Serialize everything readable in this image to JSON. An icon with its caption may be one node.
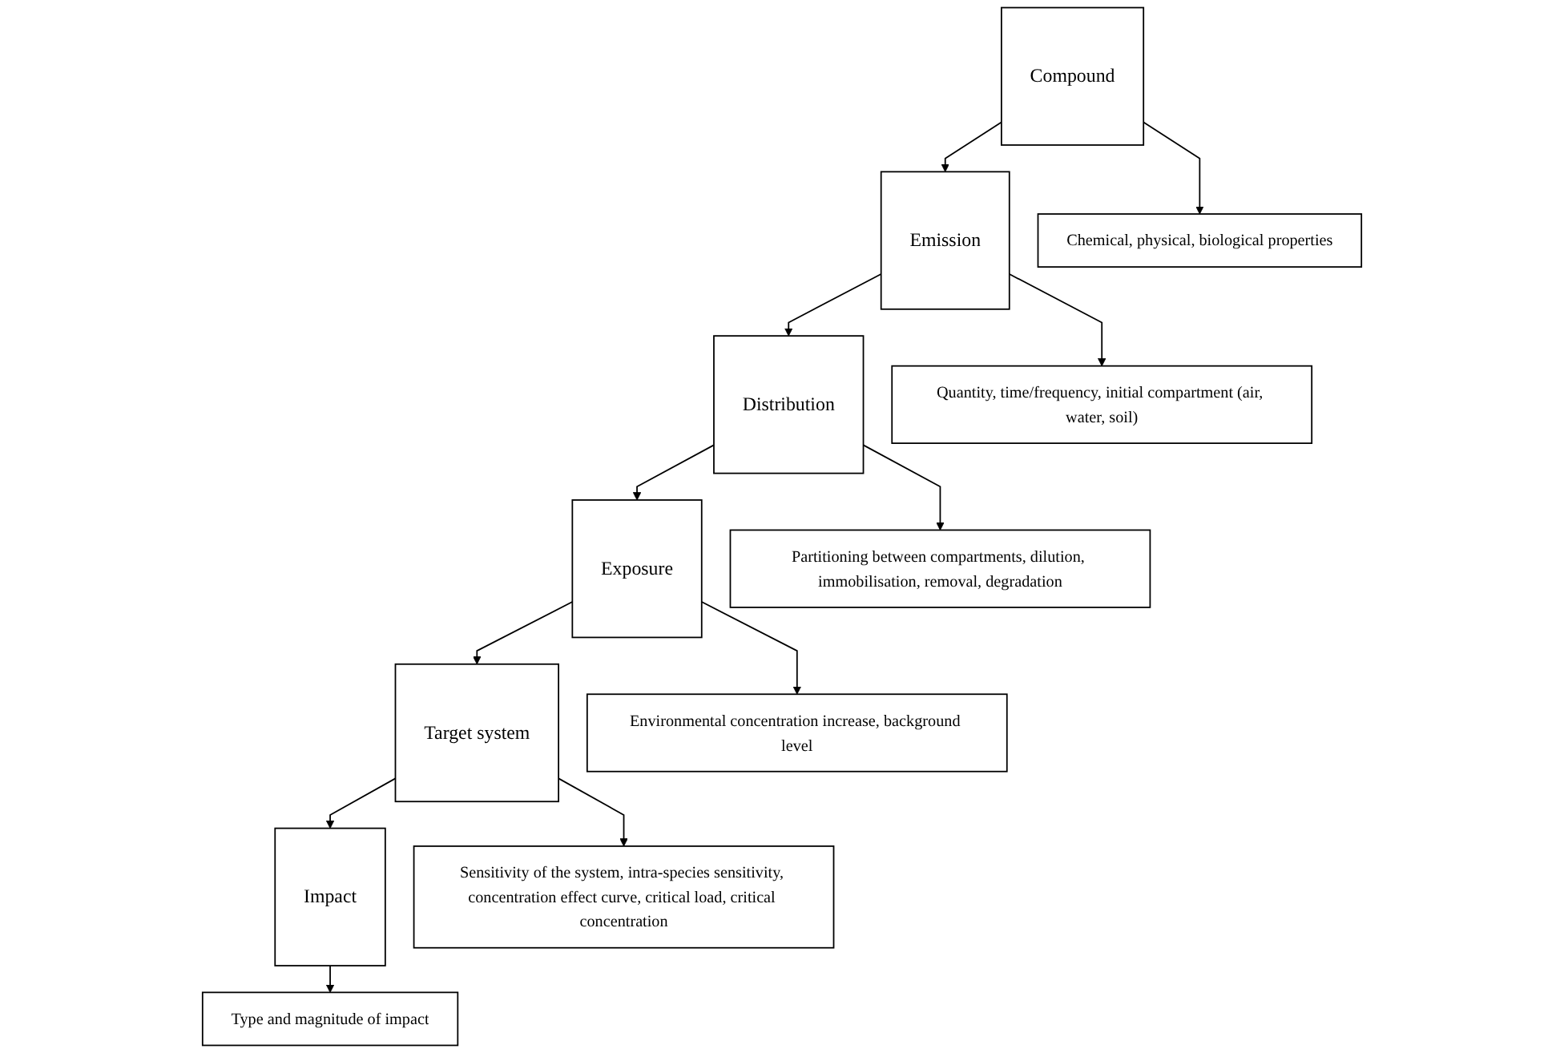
{
  "diagram": {
    "nodes": [
      {
        "text": [
          "Compound"
        ]
      },
      {
        "text": [
          "Chemical, physical, biological properties"
        ]
      },
      {
        "text": [
          "Emission"
        ]
      },
      {
        "text": [
          "Quantity, time/frequency, initial compartment (air, water, soil)"
        ]
      },
      {
        "text": [
          "Distribution"
        ]
      },
      {
        "text": [
          "Partitioning between compartments, dilution, immobilisation, removal, degradation"
        ]
      },
      {
        "text": [
          "Exposure"
        ]
      },
      {
        "text": [
          "Environmental concentration increase, background level"
        ]
      },
      {
        "text": [
          "Target system"
        ]
      },
      {
        "text": [
          "Sensitivity of the system, intra-species sensitivity, concentration effect curve, critical load, critical concentration"
        ]
      },
      {
        "text": [
          "Impact"
        ]
      },
      {
        "text": [
          "Type and magnitude of impact"
        ]
      }
    ],
    "edges": [
      {
        "from": 0,
        "to": 2,
        "arrow": "to"
      },
      {
        "from": 2,
        "to": 4,
        "arrow": "to"
      },
      {
        "from": 4,
        "to": 6,
        "arrow": "to"
      },
      {
        "from": 6,
        "to": 8,
        "arrow": "to"
      },
      {
        "from": 8,
        "to": 10,
        "arrow": "to"
      },
      {
        "from": 0,
        "to": 1,
        "arrow": "to"
      },
      {
        "from": 2,
        "to": 3,
        "arrow": "to"
      },
      {
        "from": 4,
        "to": 5,
        "arrow": "to"
      },
      {
        "from": 6,
        "to": 7,
        "arrow": "to"
      },
      {
        "from": 8,
        "to": 9,
        "arrow": "to"
      },
      {
        "from": 10,
        "to": 11,
        "arrow": "to"
      }
    ]
  }
}
